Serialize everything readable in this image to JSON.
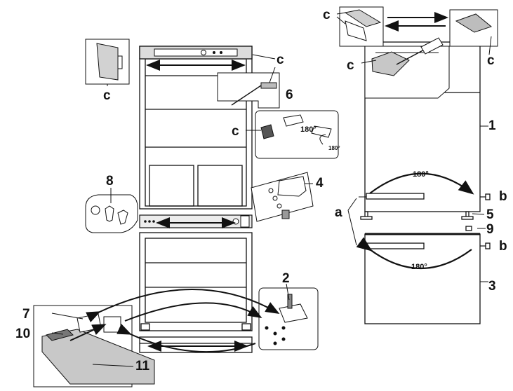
{
  "callouts": {
    "c": "c",
    "a": "a",
    "b": "b",
    "n1": "1",
    "n2": "2",
    "n3": "3",
    "n4": "4",
    "n5": "5",
    "n6": "6",
    "n7": "7",
    "n8": "8",
    "n9": "9",
    "n10": "10",
    "n11": "11"
  },
  "rotation": {
    "upper": "180°",
    "lower": "180°",
    "hinge": "180°",
    "hinge_small": "180°"
  },
  "colors": {
    "line": "#111111",
    "panel_fill": "#ffffff",
    "shade": "#bdbdbd",
    "dark_shade": "#555555"
  }
}
